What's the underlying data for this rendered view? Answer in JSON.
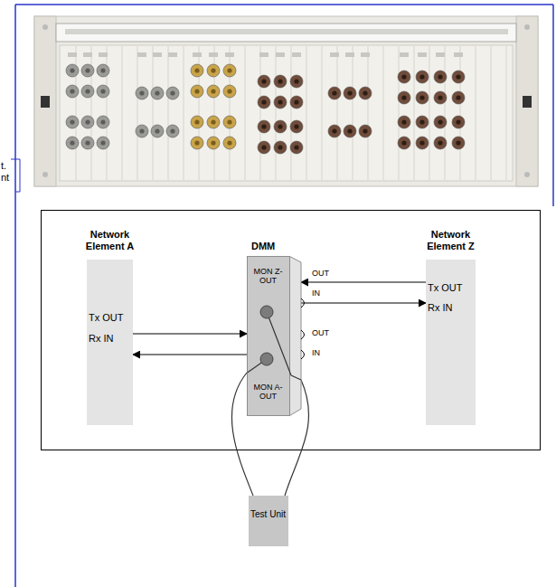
{
  "diagram": {
    "nodes": [
      {
        "text": [
          "Network Element A",
          "Tx OUT",
          "Rx IN"
        ]
      },
      {
        "text": [
          "DMM",
          "MON Z-OUT",
          "MON A-OUT"
        ]
      },
      {
        "text": [
          "Network Element Z",
          "Tx OUT",
          "Rx IN"
        ]
      },
      {
        "text": [
          "Test Unit"
        ]
      }
    ],
    "edges": [
      {
        "from": 2,
        "to": 1,
        "arrow": "to"
      },
      {
        "from": 1,
        "to": 2,
        "arrow": "to"
      },
      {
        "from": 0,
        "to": 1,
        "arrow": "to"
      },
      {
        "from": 1,
        "to": 0,
        "arrow": "to"
      },
      {
        "from": 1,
        "to": 3,
        "arrow": "none"
      },
      {
        "from": 1,
        "to": 3,
        "arrow": "none"
      }
    ],
    "labels": [
      "t.",
      "nt",
      "OUT",
      "IN",
      "OUT",
      "IN"
    ]
  }
}
